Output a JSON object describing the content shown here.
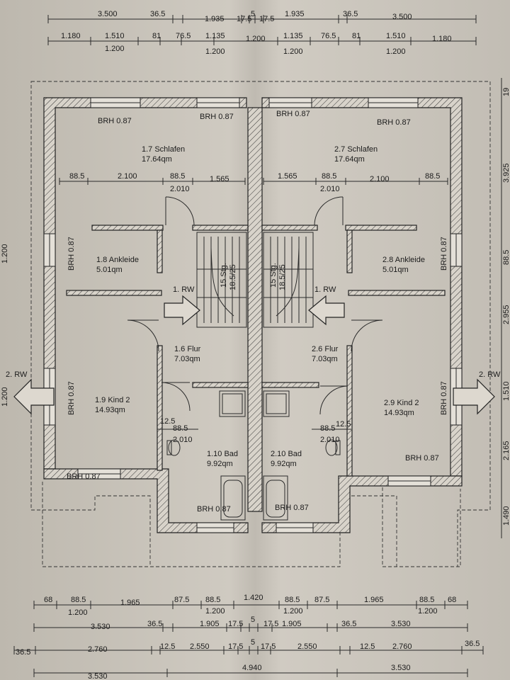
{
  "dims_top": {
    "row1": [
      "3.500",
      "36.5",
      "1.935",
      "17.5",
      "5",
      "17.5",
      "1.935",
      "36.5",
      "3.500"
    ],
    "row2": [
      "1.180",
      "1.510",
      "81",
      "76.5",
      "1.135",
      "1.200",
      "1.135",
      "76.5",
      "81",
      "1.510",
      "1.180"
    ],
    "row2_sub": [
      "1.200",
      "1.200",
      "1.200",
      "1.200"
    ]
  },
  "dims_bottom": {
    "row1": [
      "68",
      "88.5",
      "1.965",
      "87.5",
      "88.5",
      "1.420",
      "88.5",
      "87.5",
      "1.965",
      "88.5",
      "68"
    ],
    "row1_sub": [
      "1.200",
      "1.200",
      "1.200",
      "1.200"
    ],
    "row2": [
      "3.530",
      "36.5",
      "1.905",
      "17.5",
      "5",
      "17.5",
      "1.905",
      "36.5",
      "3.530"
    ],
    "row3": [
      "36.5",
      "2.760",
      "12.5",
      "2.550",
      "17.5",
      "5",
      "17.5",
      "2.550",
      "12.5",
      "2.760",
      "36.5"
    ],
    "row4": [
      "3.530",
      "4.940",
      "3.530"
    ]
  },
  "dims_side": {
    "left": [
      "1.200",
      "1.200"
    ],
    "right": [
      "3.925",
      "88.5",
      "2.955",
      "1.510",
      "2.165",
      "1.490",
      "19"
    ]
  },
  "brh": "BRH 0.87",
  "rooms": {
    "r17": {
      "name": "1.7 Schlafen",
      "area": "17.64qm"
    },
    "r27": {
      "name": "2.7 Schlafen",
      "area": "17.64qm"
    },
    "r18": {
      "name": "1.8 Ankleide",
      "area": "5.01qm"
    },
    "r28": {
      "name": "2.8 Ankleide",
      "area": "5.01qm"
    },
    "r16": {
      "name": "1.6 Flur",
      "area": "7.03qm"
    },
    "r26": {
      "name": "2.6 Flur",
      "area": "7.03qm"
    },
    "r19": {
      "name": "1.9 Kind 2",
      "area": "14.93qm"
    },
    "r29": {
      "name": "2.9 Kind 2",
      "area": "14.93qm"
    },
    "r110": {
      "name": "1.10 Bad",
      "area": "9.92qm"
    },
    "r210": {
      "name": "2.10 Bad",
      "area": "9.92qm"
    }
  },
  "inner_dims": {
    "left": [
      "88.5",
      "2.100",
      "88.5",
      "1.565"
    ],
    "left_sub": "2.010",
    "right": [
      "1.565",
      "88.5",
      "2.100",
      "88.5"
    ],
    "right_sub": "2.010",
    "bath_left": [
      "12.5",
      "88.5",
      "2.010"
    ],
    "bath_right": [
      "88.5",
      "12.5",
      "2.010"
    ]
  },
  "stairs": {
    "label_a": "15 Stg.",
    "label_b": "18.5/25"
  },
  "escape": {
    "rw1": "1. RW",
    "rw2": "2. RW"
  }
}
